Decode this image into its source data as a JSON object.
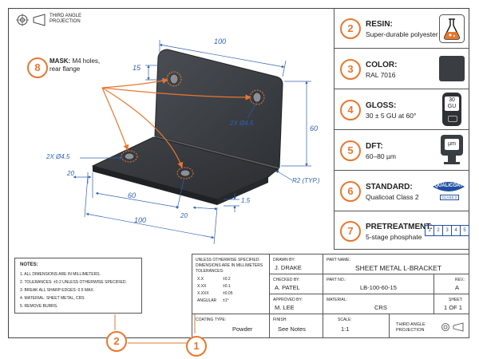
{
  "header": {
    "projection_label": "THIRD ANGLE\nPROJECTION",
    "projection_line1": "THIRD ANGLE",
    "projection_line2": "PROJECTION"
  },
  "drawing": {
    "dims": {
      "width_top": "100",
      "flange_15": "15",
      "height_60": "60",
      "hole_label_top": "2X Ø4.5",
      "hole_label_left": "2X Ø4.5",
      "dim_20_left": "20",
      "dim_60": "60",
      "dim_100_bottom": "100",
      "dim_20_bottom": "20",
      "dim_1_5": "1.5",
      "radius": "R2 (TYP.)"
    },
    "mask_callout": {
      "number": "8",
      "title": "MASK:",
      "text_line1": "M4 holes,",
      "text_line2": "rear flange"
    }
  },
  "specs": [
    {
      "number": "2",
      "label": "RESIN:",
      "value": "Super-durable polyester",
      "icon": "flask-icon"
    },
    {
      "number": "3",
      "label": "COLOR:",
      "value": "RAL 7016",
      "icon": "color-swatch",
      "swatch_color": "#3a3d41"
    },
    {
      "number": "4",
      "label": "GLOSS:",
      "value": "30 ± 5 GU at 60°",
      "icon": "gloss-meter-icon",
      "meter_value": "30",
      "meter_unit": "GU"
    },
    {
      "number": "5",
      "label": "DFT:",
      "value": "60–80 µm",
      "icon": "thickness-gauge-icon",
      "gauge_unit": "µm"
    },
    {
      "number": "6",
      "label": "STANDARD:",
      "value": "Qualicoat Class 2",
      "icon": "qualicoat-logo",
      "logo_text": "QUALICOAT",
      "logo_sub": "CLASS 2"
    },
    {
      "number": "7",
      "label": "PRETREATMENT:",
      "value": "5-stage phosphate",
      "icon": "stages-icon",
      "stages": [
        "1",
        "2",
        "3",
        "4",
        "5"
      ]
    }
  ],
  "notes": {
    "title": "NOTES:",
    "items": [
      "1.  ALL DIMENSIONS ARE IN MILLIMETERS.",
      "2.  TOLERANCES: ±0.2 UNLESS OTHERWISE SPECIFIED.",
      "3.  BREAK ALL SHARP EDGES: 0.5 MAX.",
      "4.  MATERIAL: SHEET METAL, CRS",
      "5.  REMOVE BURRS."
    ]
  },
  "title_block": {
    "unless_line1": "UNLESS OTHERWISE SPECIFIED:",
    "unless_line2": "DIMENSIONS ARE IN MILLIMETERS",
    "tolerances_label": "TOLERANCES:",
    "tolerances": [
      {
        "k": "X.X",
        "v": "±0.2"
      },
      {
        "k": "X.XX",
        "v": "±0.1"
      },
      {
        "k": "X.XXX",
        "v": "±0.05"
      },
      {
        "k": "ANGULAR",
        "v": "±1°"
      }
    ],
    "drawn_by_label": "DRAWN BY:",
    "drawn_by": "J. DRAKE",
    "checked_by_label": "CHECKED BY:",
    "checked_by": "A. PATEL",
    "approved_by_label": "APPROVED BY:",
    "approved_by": "M. LEE",
    "part_name_label": "PART NAME:",
    "part_name": "SHEET METAL L-BRACKET",
    "part_no_label": "PART NO.:",
    "part_no": "LB-100-60-15",
    "rev_label": "REV.:",
    "rev": "A",
    "material_label": "MATERIAL:",
    "material": "CRS",
    "sheet_label": "SHEET:",
    "sheet": "1 OF 1",
    "coating_label": "COATING TYPE:",
    "coating": "Powder",
    "finish_label": "FINISH:",
    "finish": "See Notes",
    "scale_label": "SCALE:",
    "scale": "1:1",
    "projection_line1": "THIRD ANGLE",
    "projection_line2": "PROJECTION"
  },
  "bottom_callouts": [
    {
      "number": "2"
    },
    {
      "number": "1"
    }
  ],
  "colors": {
    "accent": "#e8772e",
    "dim_blue": "#2f5fb3",
    "part_dark": "#3b3e43"
  }
}
